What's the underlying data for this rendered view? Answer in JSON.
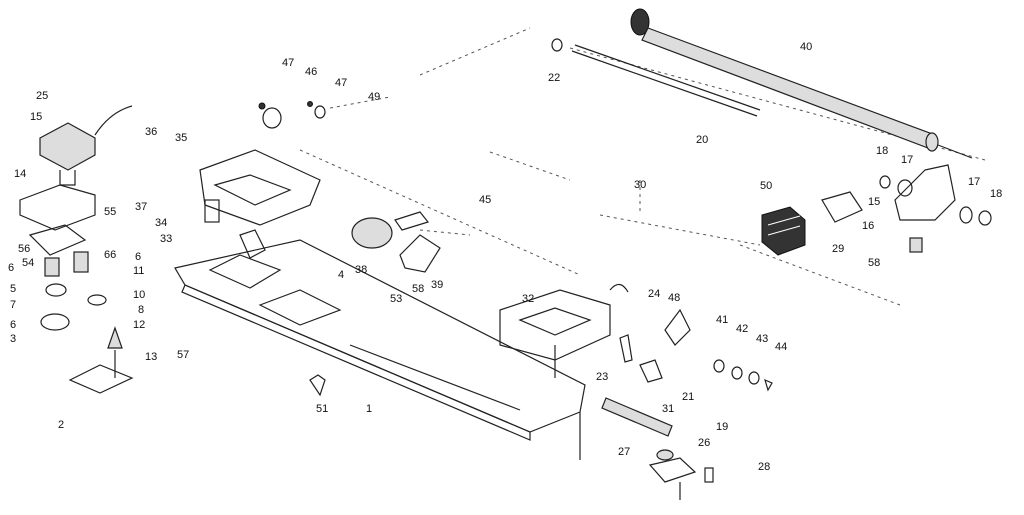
{
  "labels": [
    "1",
    "2",
    "3",
    "4",
    "5",
    "6",
    "6",
    "6",
    "7",
    "8",
    "10",
    "11",
    "12",
    "13",
    "14",
    "15",
    "15",
    "16",
    "17",
    "17",
    "18",
    "18",
    "19",
    "20",
    "21",
    "22",
    "23",
    "24",
    "25",
    "26",
    "27",
    "28",
    "29",
    "30",
    "31",
    "32",
    "33",
    "34",
    "35",
    "36",
    "37",
    "38",
    "39",
    "40",
    "41",
    "42",
    "43",
    "44",
    "45",
    "46",
    "47",
    "47",
    "48",
    "49",
    "50",
    "51",
    "53",
    "54",
    "55",
    "56",
    "57",
    "58",
    "58",
    "66"
  ]
}
